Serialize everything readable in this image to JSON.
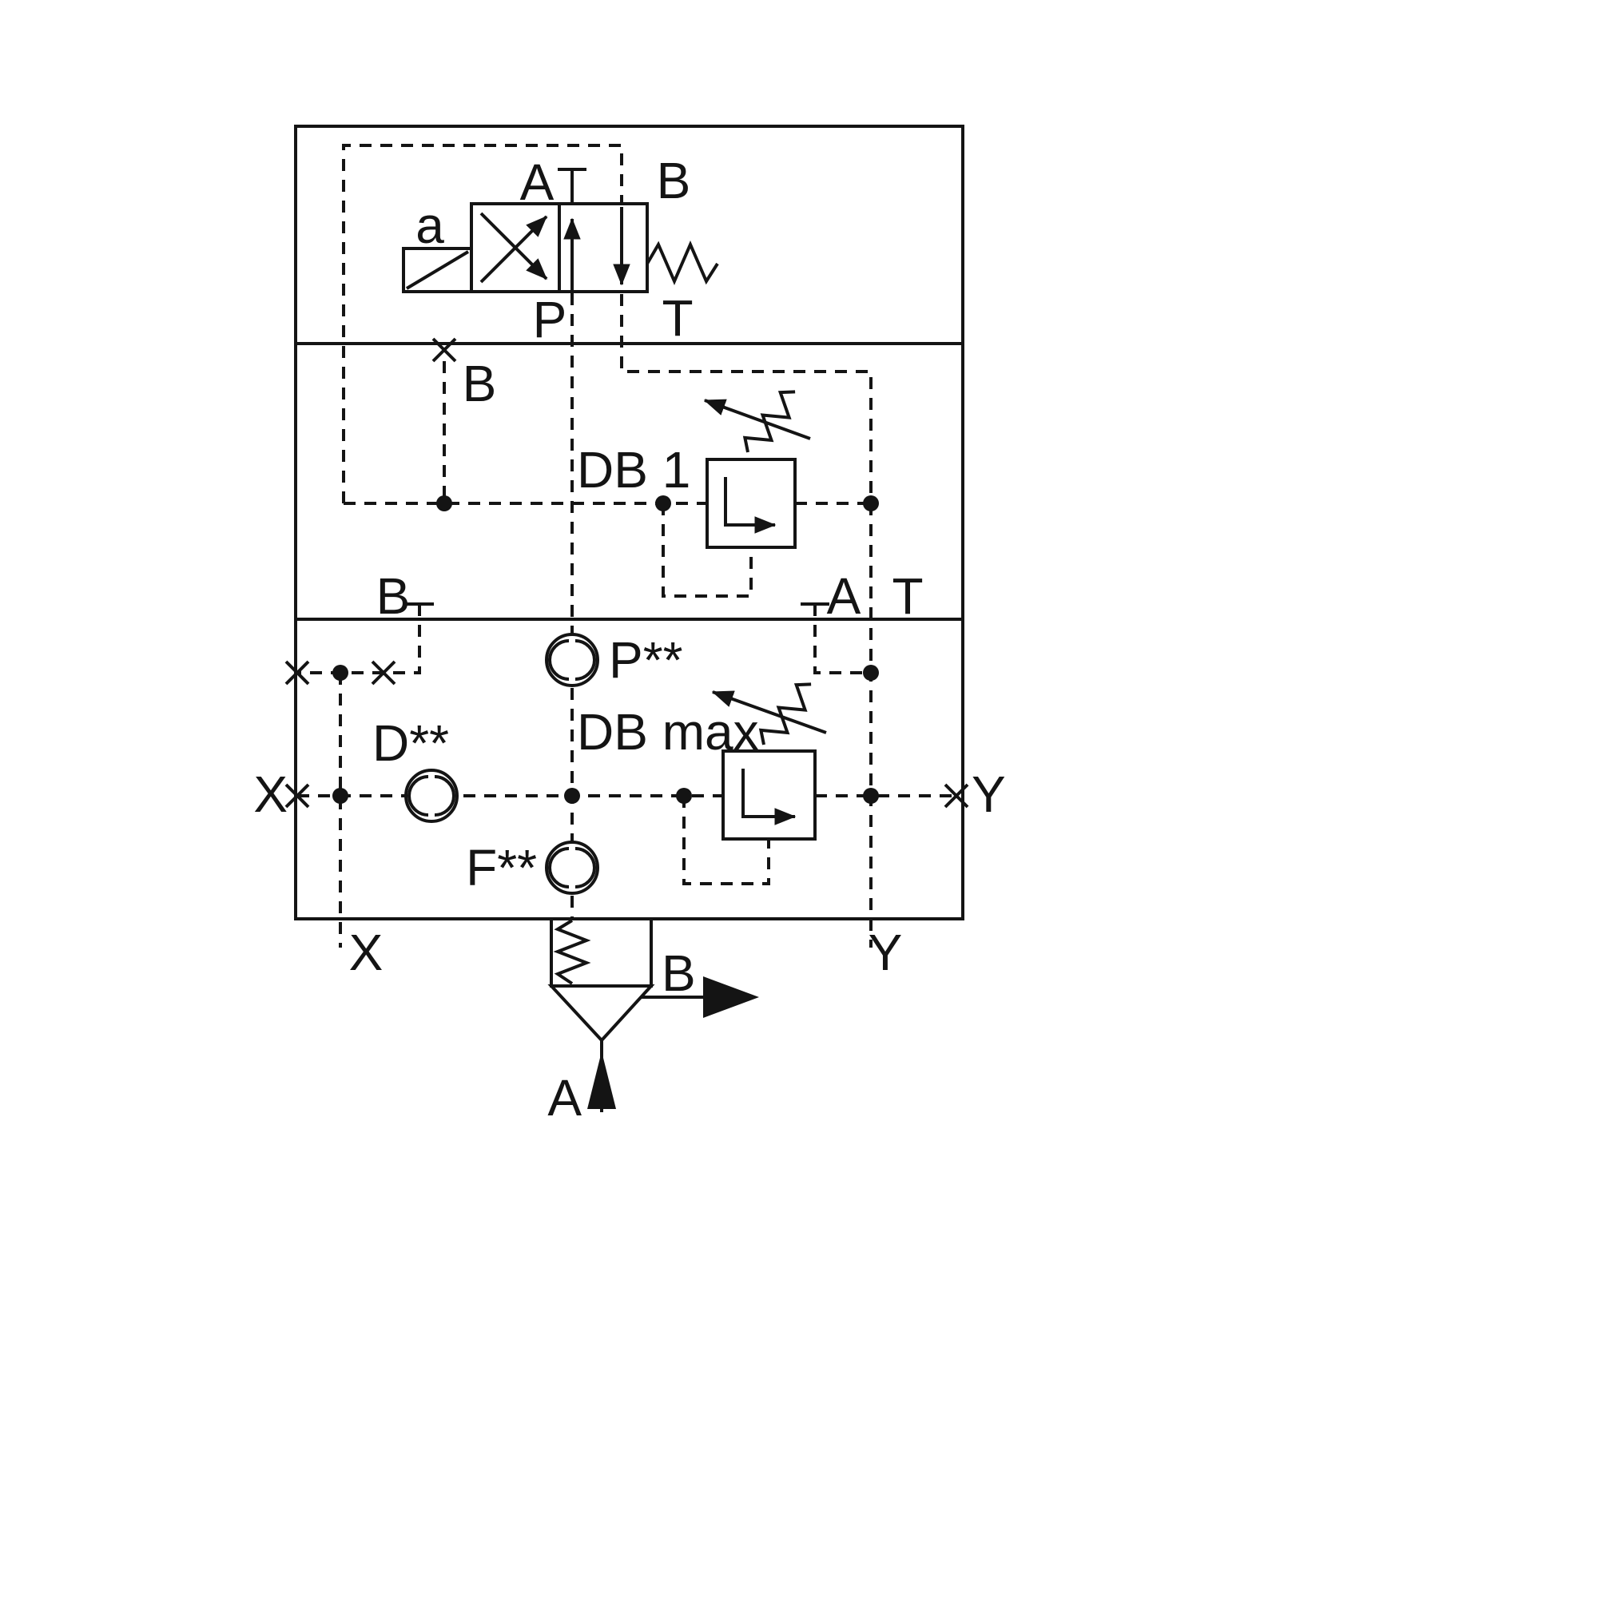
{
  "diagram": {
    "type": "hydraulic-valve-circuit",
    "colors": {
      "line": "#141414",
      "background": "#ffffff"
    },
    "pilot_valve": {
      "solenoid": "a",
      "port_a": "A",
      "port_b": "B",
      "port_p": "P",
      "port_t": "T"
    },
    "stage2": {
      "plugged_port": "B",
      "relief_valve": "DB 1"
    },
    "stage3": {
      "port_b": "B",
      "port_a": "A",
      "port_t": "T",
      "pressure_gauge": "P**",
      "relief_valve": "DB max",
      "drain_gauge": "D**",
      "flow_gauge": "F**",
      "port_x": "X",
      "port_y": "Y"
    },
    "outlets": {
      "pilot_x": "X",
      "pilot_y": "Y",
      "outlet_b": "B",
      "inlet_a": "A"
    }
  }
}
